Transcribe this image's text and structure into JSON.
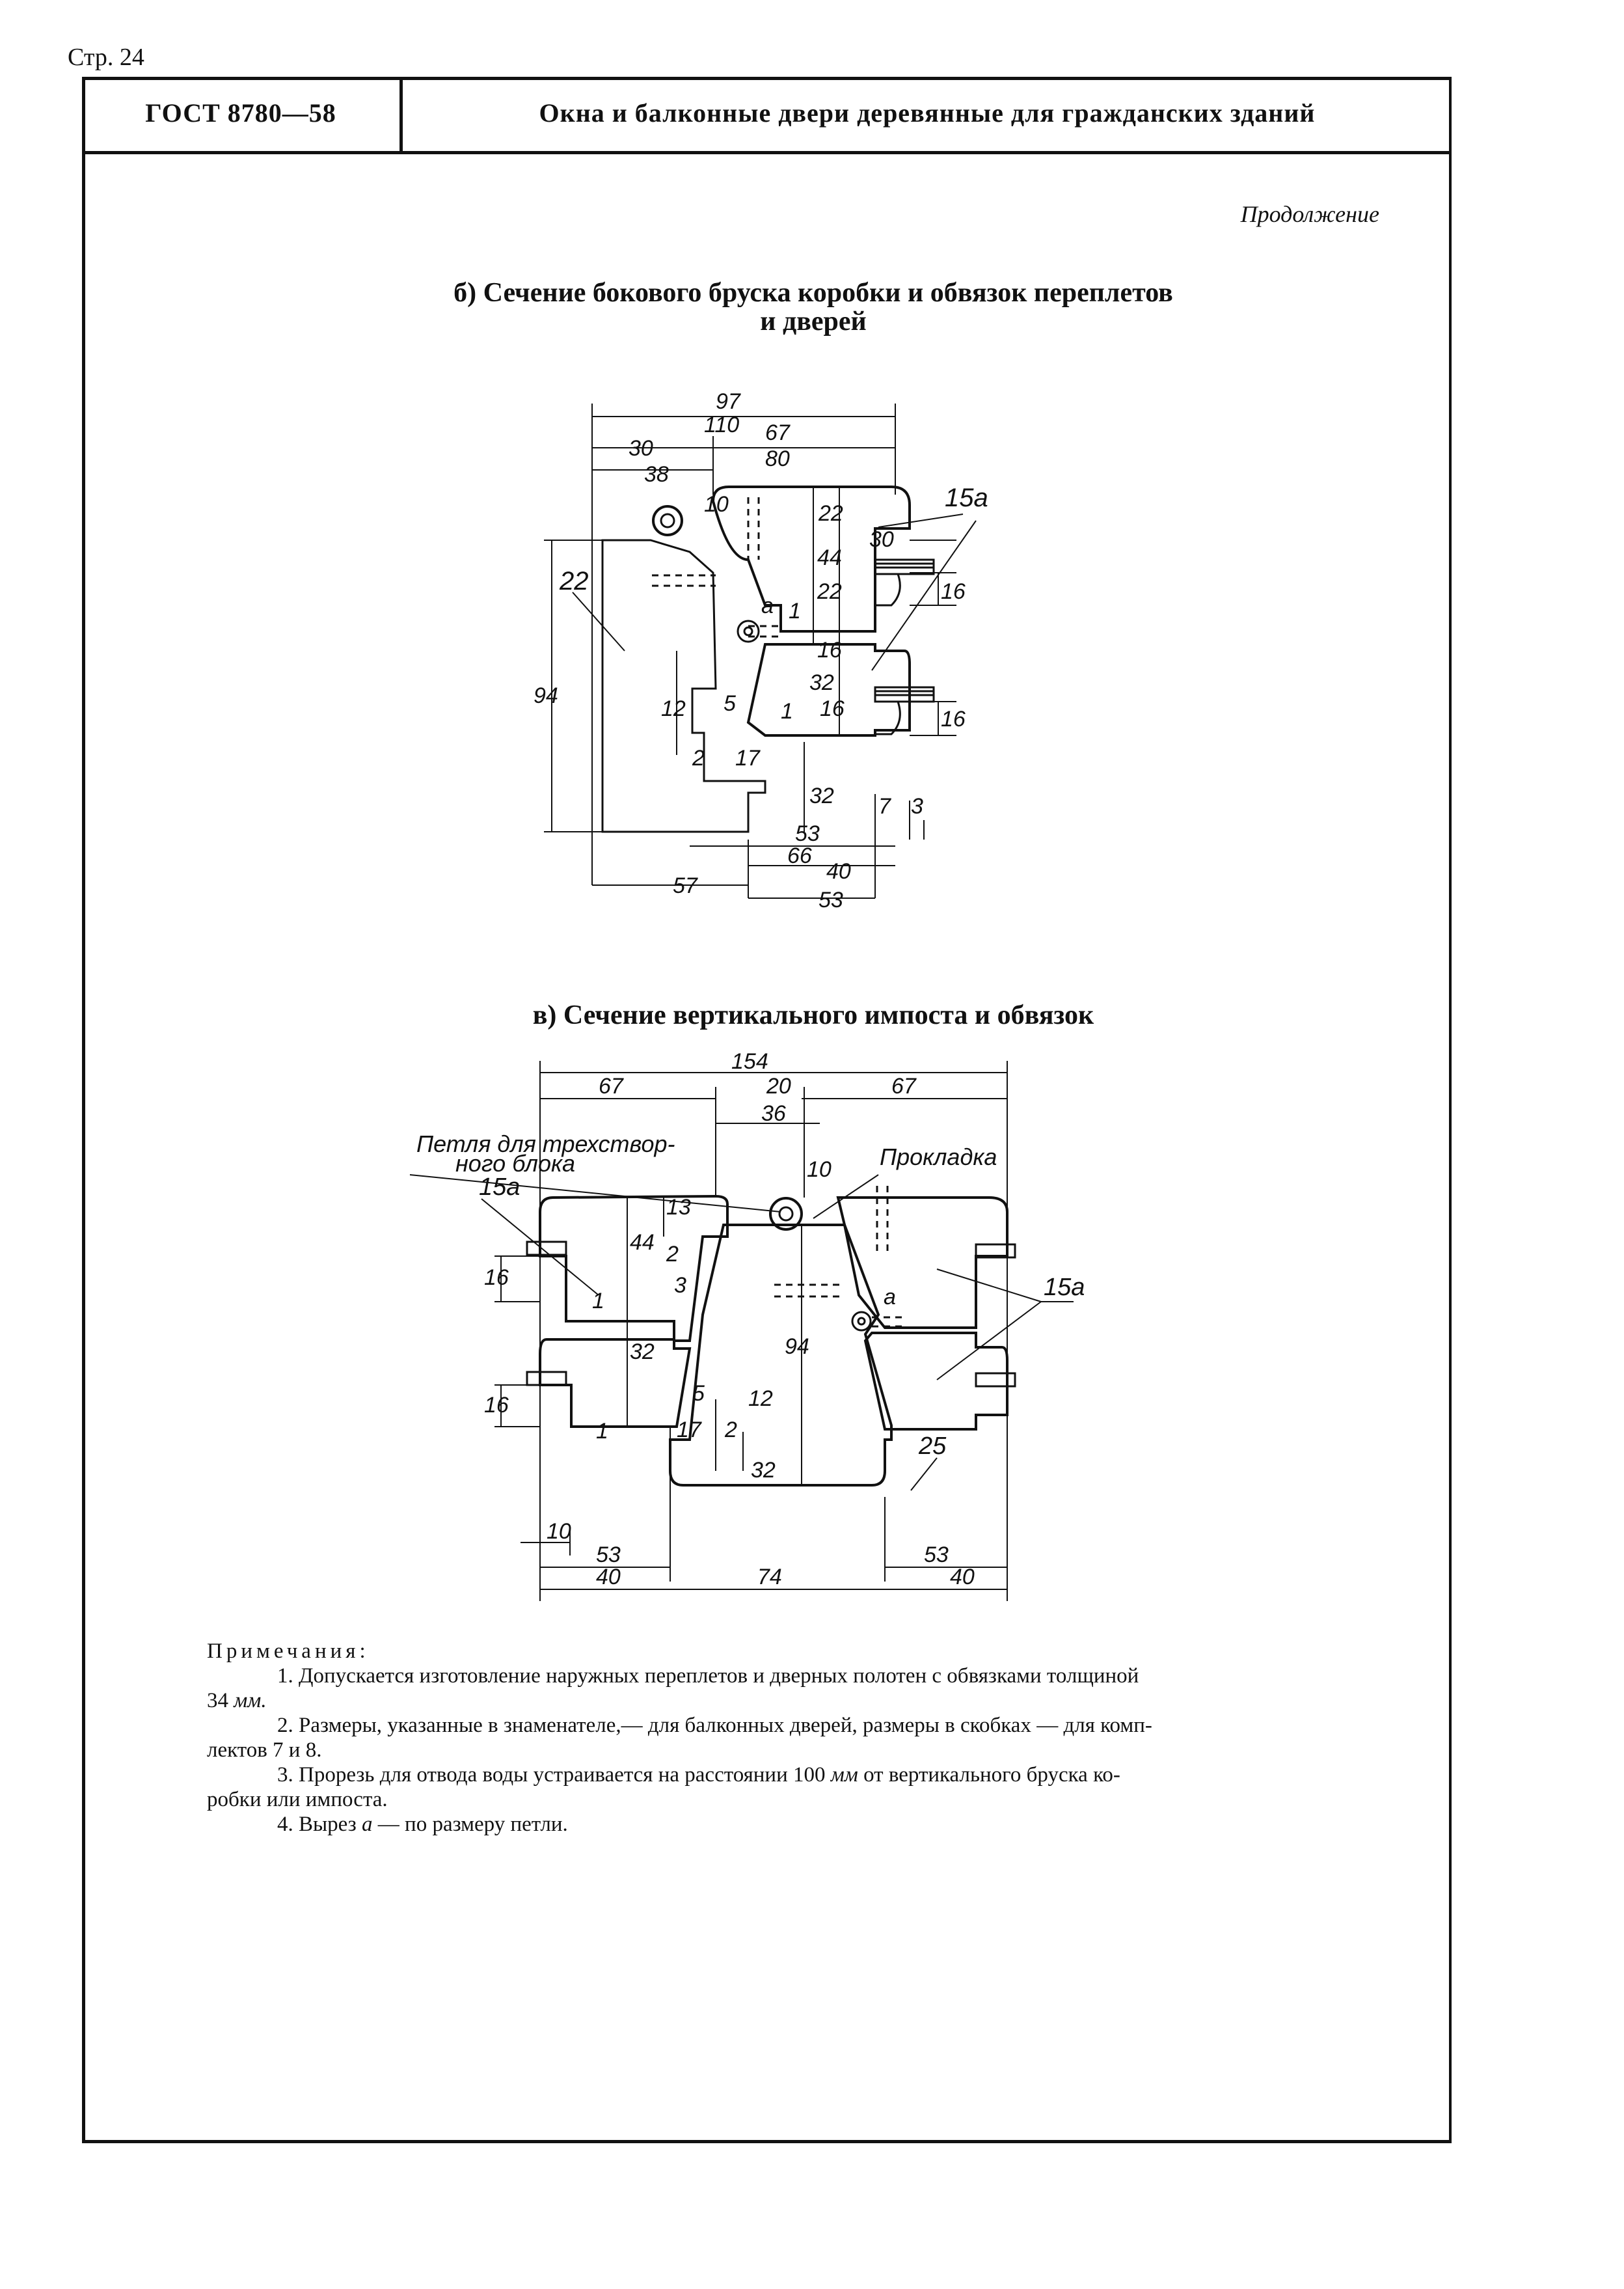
{
  "page": {
    "number": "Стр. 24"
  },
  "header": {
    "code": "ГОСТ 8780—58",
    "title": "Окна и балконные двери деревянные для гражданских зданий"
  },
  "continuation": "Продолжение",
  "sections": [
    {
      "title_line1": "б) Сечение бокового бруска коробки и обвязок переплетов",
      "title_line2": "и дверей"
    },
    {
      "title": "в) Сечение вертикального импоста и обвязок"
    }
  ],
  "drawing_b": {
    "dims": {
      "top_97": "97",
      "d110": "110",
      "d67": "67",
      "d80": "80",
      "d30": "30",
      "d38": "38",
      "d10": "10",
      "d22": "22",
      "d44": "44",
      "d22b": "22",
      "d1": "1",
      "d16a": "16",
      "d30r": "30",
      "d16r1": "16",
      "d16r2": "16",
      "d94": "94",
      "d12": "12",
      "d5": "5",
      "d2": "2",
      "d17": "17",
      "d32a": "32",
      "d32b": "32",
      "d16b": "16",
      "d1b": "1",
      "d7": "7",
      "d3": "3",
      "d53a": "53",
      "d66": "66",
      "d40": "40",
      "d53b": "53",
      "d57": "57"
    },
    "labels": {
      "a": "а",
      "ref15a": "15а",
      "ref22": "22"
    }
  },
  "drawing_v": {
    "dims": {
      "d154": "154",
      "d67l": "67",
      "d20": "20",
      "d36": "36",
      "d67r": "67",
      "d10t": "10",
      "d13": "13",
      "d44": "44",
      "d2": "2",
      "d3": "3",
      "d16a": "16",
      "d1a": "1",
      "d32": "32",
      "d94": "94",
      "d5": "5",
      "d12": "12",
      "d16b": "16",
      "d1b": "1",
      "d17": "17",
      "d2b": "2",
      "d32b": "32",
      "d10b": "10",
      "d53l": "53",
      "d53r": "53",
      "d40l": "40",
      "d74": "74",
      "d40r": "40"
    },
    "labels": {
      "hinge_line1": "Петля для трехствор-",
      "hinge_line2": "ного блока",
      "gasket": "Прокладка",
      "ref15a_l": "15а",
      "ref15a_r": "15а",
      "ref25": "25",
      "a": "а"
    }
  },
  "notes": {
    "heading": "Примечания:",
    "n1a": "1. Допускается изготовление наружных переплетов и дверных полотен с обвязками толщиной",
    "n1b": "34",
    "n1unit": "мм.",
    "n2a": "2. Размеры, указанные в знаменателе,— для балконных дверей, размеры в скобках — для комп-",
    "n2b": "лектов 7 и 8.",
    "n3a": "3. Прорезь для отвода воды устраивается на расстоянии 100",
    "n3unit": "мм",
    "n3b": "от вертикального бруска ко-",
    "n3c": "робки или импоста.",
    "n4a": "4. Вырез",
    "n4letter": "а",
    "n4b": "— по размеру петли."
  }
}
